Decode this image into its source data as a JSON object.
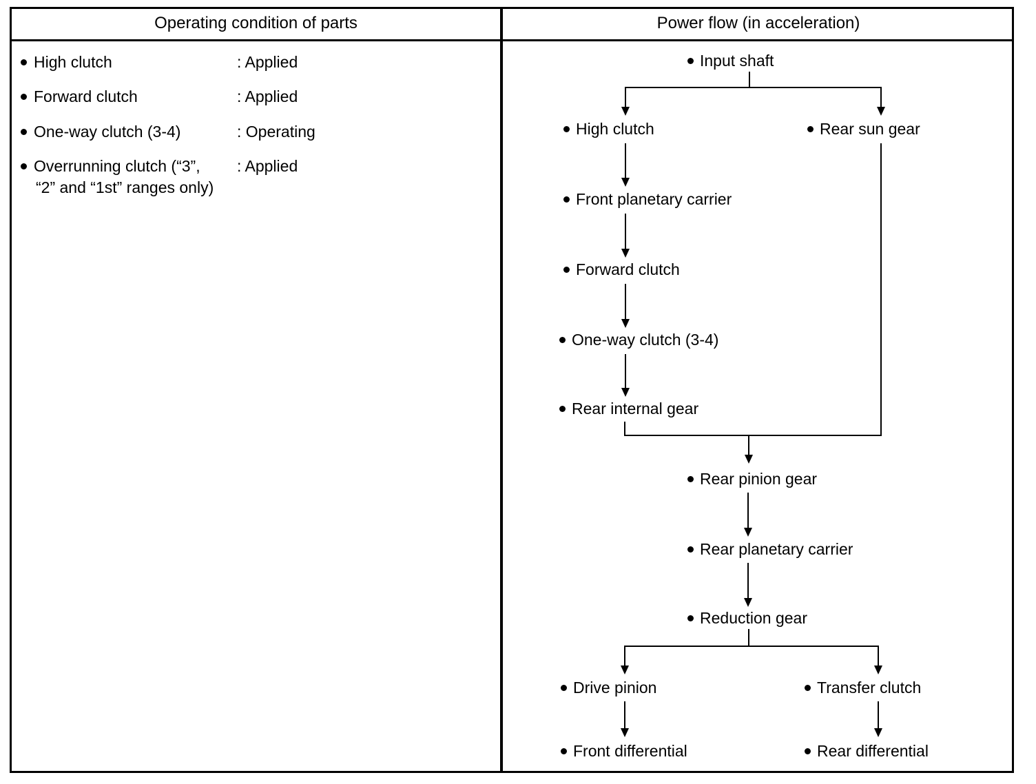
{
  "table": {
    "headers": {
      "left": "Operating condition of parts",
      "right": "Power flow (in acceleration)"
    }
  },
  "operating_conditions": [
    {
      "name": "High clutch",
      "value": ": Applied",
      "continuation": ""
    },
    {
      "name": "Forward clutch",
      "value": ": Applied",
      "continuation": ""
    },
    {
      "name": "One-way clutch (3-4)",
      "value": ": Operating",
      "continuation": ""
    },
    {
      "name": "Overrunning clutch  (“3”,",
      "value": ": Applied",
      "continuation": "“2” and “1st” ranges only)"
    }
  ],
  "power_flow": {
    "nodes": [
      {
        "id": "input-shaft",
        "label": "Input shaft"
      },
      {
        "id": "high-clutch",
        "label": "High clutch"
      },
      {
        "id": "rear-sun-gear",
        "label": "Rear sun gear"
      },
      {
        "id": "front-planetary-carrier",
        "label": "Front planetary carrier"
      },
      {
        "id": "forward-clutch",
        "label": "Forward clutch"
      },
      {
        "id": "one-way-clutch",
        "label": "One-way clutch (3-4)"
      },
      {
        "id": "rear-internal-gear",
        "label": "Rear internal gear"
      },
      {
        "id": "rear-pinion-gear",
        "label": "Rear pinion gear"
      },
      {
        "id": "rear-planetary-carrier",
        "label": "Rear planetary carrier"
      },
      {
        "id": "reduction-gear",
        "label": "Reduction gear"
      },
      {
        "id": "drive-pinion",
        "label": "Drive pinion"
      },
      {
        "id": "transfer-clutch",
        "label": "Transfer clutch"
      },
      {
        "id": "front-differential",
        "label": "Front differential"
      },
      {
        "id": "rear-differential",
        "label": "Rear differential"
      }
    ],
    "edges": [
      {
        "from": "input-shaft",
        "to": "high-clutch"
      },
      {
        "from": "input-shaft",
        "to": "rear-sun-gear"
      },
      {
        "from": "high-clutch",
        "to": "front-planetary-carrier"
      },
      {
        "from": "front-planetary-carrier",
        "to": "forward-clutch"
      },
      {
        "from": "forward-clutch",
        "to": "one-way-clutch"
      },
      {
        "from": "one-way-clutch",
        "to": "rear-internal-gear"
      },
      {
        "from": "rear-internal-gear",
        "to": "rear-pinion-gear"
      },
      {
        "from": "rear-sun-gear",
        "to": "rear-pinion-gear"
      },
      {
        "from": "rear-pinion-gear",
        "to": "rear-planetary-carrier"
      },
      {
        "from": "rear-planetary-carrier",
        "to": "reduction-gear"
      },
      {
        "from": "reduction-gear",
        "to": "drive-pinion"
      },
      {
        "from": "reduction-gear",
        "to": "transfer-clutch"
      },
      {
        "from": "drive-pinion",
        "to": "front-differential"
      },
      {
        "from": "transfer-clutch",
        "to": "rear-differential"
      }
    ]
  },
  "colors": {
    "ink": "#000000",
    "paper": "#ffffff"
  }
}
